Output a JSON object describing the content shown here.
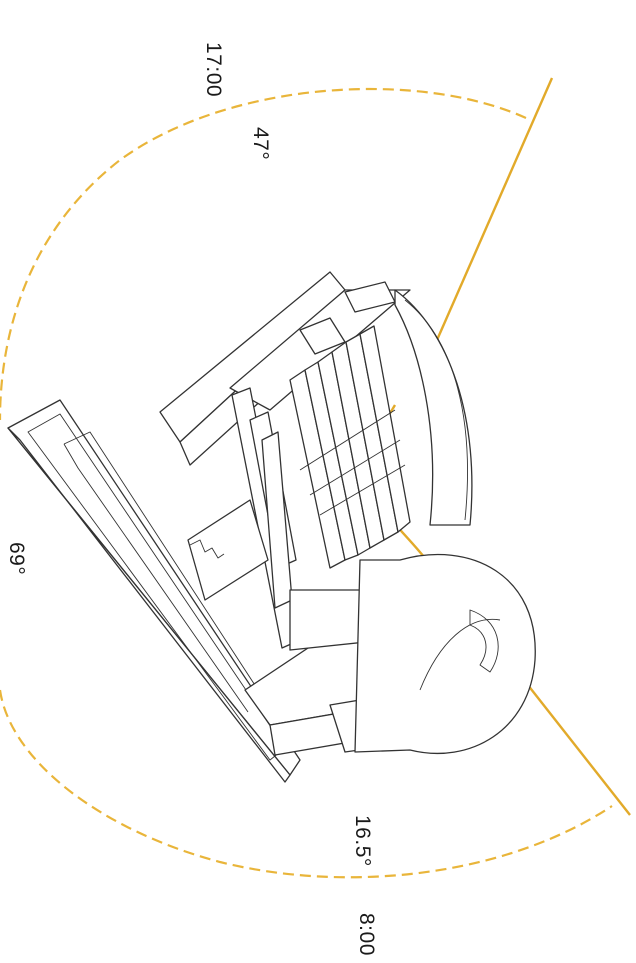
{
  "annotations": {
    "time_start": "17:00",
    "angle_start": "47°",
    "angle_middle": "69°",
    "angle_end": "16.5°",
    "time_end": "8:00"
  },
  "colors": {
    "sun_path": "#e9b53a",
    "ray": "#e2aa2a",
    "line_art": "#333333",
    "background": "#ffffff"
  }
}
